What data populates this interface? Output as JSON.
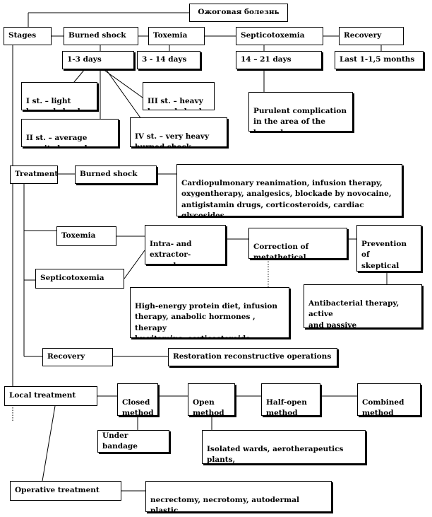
{
  "title": "Ожоговая болезнь",
  "stages": {
    "label": "Stages",
    "burned_shock": "Burned shock",
    "toxemia": "Toxemia",
    "septicotoxemia": "Septicotoxemia",
    "recovery": "Recovery",
    "dur_shock": "1-3  days",
    "dur_toxemia": "3 - 14 days",
    "dur_septico": "14 – 21 days",
    "dur_recovery": "Last 1-1,5  months",
    "degree_1": "I  st. – light\nburned shock",
    "degree_2": "II  st. – average\ngravity burned shock",
    "degree_3": "III  st. – heavy\nburned shock",
    "degree_4": "IV  st. – very heavy\nburned shock",
    "purulent": "Purulent complication\nin the area of the burned\nsurface"
  },
  "treatment": {
    "label": "Treatment",
    "burned_shock": "Burned shock",
    "shock_therapy": "Cardiopulmonary reanimation,  infusion therapy,\noxygentherapy, analgesics, blockade by novocaine,\nantigistamin drugs, corticosteroids, cardiac glycosides,\ninhibitors of proteases, aminotherapy",
    "toxemia": "Toxemia",
    "septicotoxemia": "Septicotoxemia",
    "intra_extra": "Intra- and extractor-\nporeal э methods of\ndisintoxication",
    "correction": "Correction of\nmetathetical processes",
    "prevention": "Prevention of\nskeptical\ncomplications",
    "diet": "High-energy protein diet, infusion\ntherapy, anabolic hormones , therapy\nby vitamins, corticosteroids",
    "antibacterial": "Antibacterial therapy, active\nand passive immunotherapy,\nnonspecific immunotherapy",
    "recovery": "Recovery",
    "restoration": "Restoration reconstructive operations"
  },
  "local": {
    "label": "Local treatment",
    "closed": "Closed\nmethod",
    "open": "Open\nmethod",
    "half_open": "Half-open\nmethod",
    "combined": "Combined\nmethod",
    "under_bandage": "Under bandage",
    "isolated": "Isolated wards, aerotherapeutics plants,\nantibacterial sphere",
    "operative": "Operative treatment",
    "operations": "necrectomy, necrotomy, autodermal plastic,\nxenoplastic, blefhoplastic"
  }
}
